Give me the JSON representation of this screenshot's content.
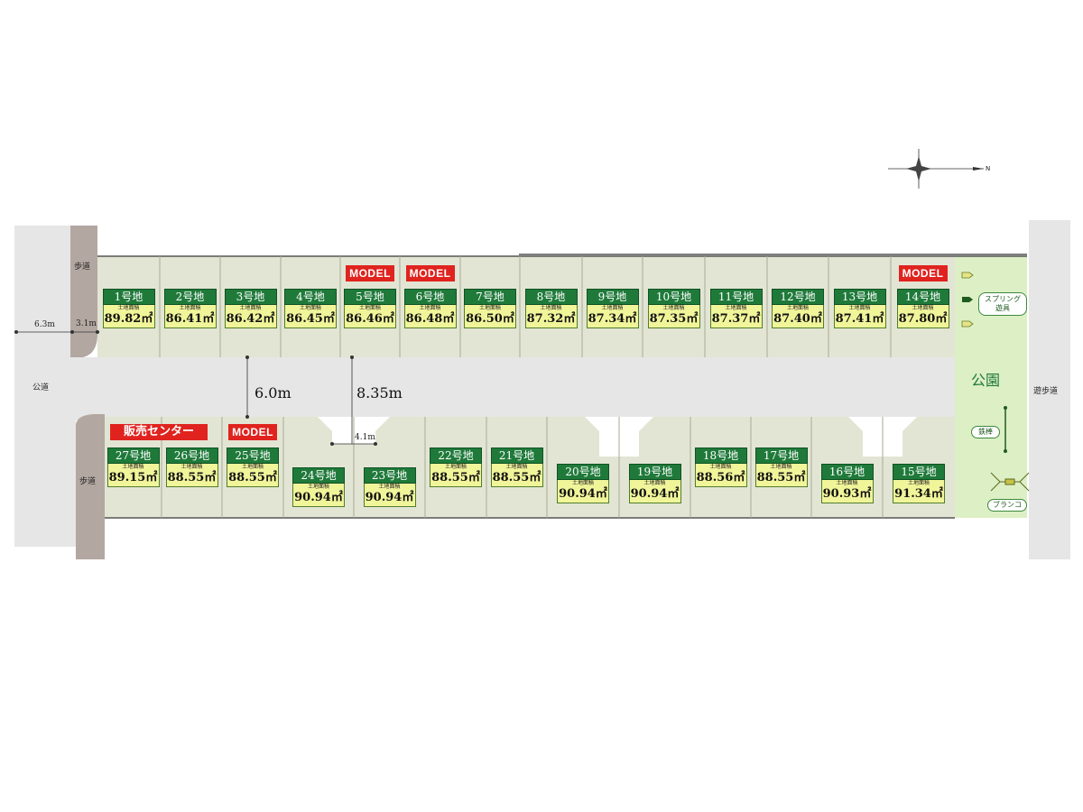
{
  "labels": {
    "sidewalk_top": "歩道",
    "sidewalk_bottom": "歩道",
    "public_road": "公道",
    "promenade": "遊歩道",
    "park": "公園",
    "width_main": "6.3m",
    "width_sidewalk": "3.1m",
    "road_width_a": "6.0m",
    "road_width_b": "8.35m",
    "road_width_c": "4.1m",
    "spring_toy": "スプリング\n遊具",
    "iron_bar": "鉄棒",
    "swing": "ブランコ",
    "compass_n": "N",
    "area_caption": "土地面積",
    "model": "MODEL",
    "sales_center": "販売センター"
  },
  "colors": {
    "lot_fill": "#e3e5d4",
    "road": "#e6e6e6",
    "sidewalk": "#b3a7a1",
    "park": "#dcefc5",
    "title_green": "#1f7a3a",
    "area_yellow": "#f1f59a",
    "badge_red": "#e0231e"
  },
  "lots_north": [
    {
      "name": "1号地",
      "area": "89.82㎡"
    },
    {
      "name": "2号地",
      "area": "86.41㎡"
    },
    {
      "name": "3号地",
      "area": "86.42㎡"
    },
    {
      "name": "4号地",
      "area": "86.45㎡"
    },
    {
      "name": "5号地",
      "area": "86.46㎡",
      "model": true
    },
    {
      "name": "6号地",
      "area": "86.48㎡",
      "model": true
    },
    {
      "name": "7号地",
      "area": "86.50㎡"
    },
    {
      "name": "8号地",
      "area": "87.32㎡"
    },
    {
      "name": "9号地",
      "area": "87.34㎡"
    },
    {
      "name": "10号地",
      "area": "87.35㎡"
    },
    {
      "name": "11号地",
      "area": "87.37㎡"
    },
    {
      "name": "12号地",
      "area": "87.40㎡"
    },
    {
      "name": "13号地",
      "area": "87.41㎡"
    },
    {
      "name": "14号地",
      "area": "87.80㎡",
      "model": true
    }
  ],
  "lots_south": [
    {
      "name": "27号地",
      "area": "89.15㎡",
      "sales_center": true
    },
    {
      "name": "26号地",
      "area": "88.55㎡"
    },
    {
      "name": "25号地",
      "area": "88.55㎡",
      "model": true
    },
    {
      "name": "24号地",
      "area": "90.94㎡"
    },
    {
      "name": "23号地",
      "area": "90.94㎡"
    },
    {
      "name": "22号地",
      "area": "88.55㎡"
    },
    {
      "name": "21号地",
      "area": "88.55㎡"
    },
    {
      "name": "20号地",
      "area": "90.94㎡"
    },
    {
      "name": "19号地",
      "area": "90.94㎡"
    },
    {
      "name": "18号地",
      "area": "88.56㎡"
    },
    {
      "name": "17号地",
      "area": "88.55㎡"
    },
    {
      "name": "16号地",
      "area": "90.93㎡"
    },
    {
      "name": "15号地",
      "area": "91.34㎡"
    }
  ]
}
